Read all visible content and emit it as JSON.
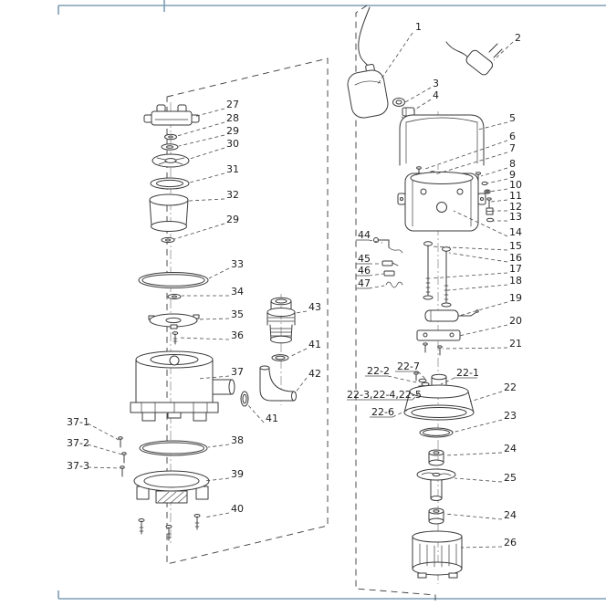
{
  "colors": {
    "rule": "#7d9db5",
    "line": "#3a3a3a",
    "leader": "#4a4a4a",
    "background": "#ffffff"
  },
  "callouts": {
    "n1": "1",
    "n2": "2",
    "n3": "3",
    "n4": "4",
    "n5": "5",
    "n6": "6",
    "n7": "7",
    "n8": "8",
    "n9": "9",
    "n10": "10",
    "n11": "11",
    "n12": "12",
    "n13": "13",
    "n14": "14",
    "n15": "15",
    "n16": "16",
    "n17": "17",
    "n18": "18",
    "n19": "19",
    "n20": "20",
    "n21": "21",
    "n22": "22",
    "n23": "23",
    "n24": "24",
    "n25": "25",
    "n26": "26",
    "n27": "27",
    "n28": "28",
    "n29": "29",
    "n30": "30",
    "n31": "31",
    "n32": "32",
    "n33": "33",
    "n34": "34",
    "n35": "35",
    "n36": "36",
    "n37": "37",
    "n38": "38",
    "n39": "39",
    "n40": "40",
    "n41": "41",
    "n42": "42",
    "n43": "43",
    "n44": "44",
    "n45": "45",
    "n46": "46",
    "n47": "47",
    "n22_1": "22-1",
    "n22_2": "22-2",
    "n22_6": "22-6",
    "n22_7": "22-7",
    "n22_345": "22-3,22-4,22-5",
    "n37_1": "37-1",
    "n37_2": "37-2",
    "n37_3": "37-3"
  }
}
